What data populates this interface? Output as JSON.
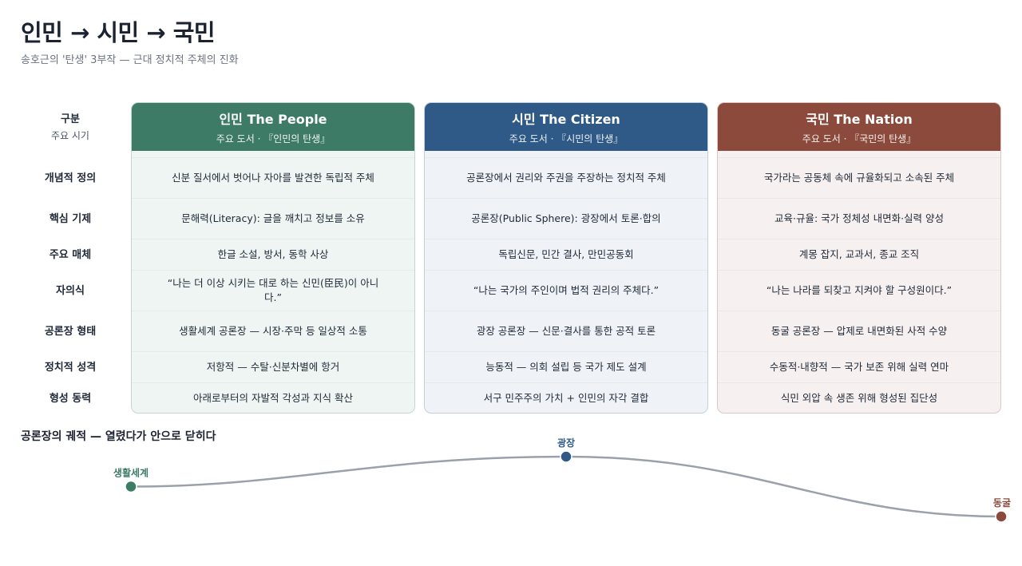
{
  "title": "인민 → 시민 → 국민",
  "subtitle": "송호근의 '탄생' 3부작 — 근대 정치적 주체의 진화",
  "header_label": "구분",
  "header_sublabel": "주요 시기",
  "rows": [
    "개념적 정의",
    "핵심 기제",
    "주요 매체",
    "자의식",
    "공론장 형태",
    "정치적 성격",
    "형성 동력"
  ],
  "columns": [
    {
      "name": "인민 The People",
      "book": "주요 도서 · 『인민의 탄생』",
      "color": "#3e7b67",
      "cells": [
        "신분 질서에서 벗어나 자아를 발견한 독립적 주체",
        "문해력(Literacy): 글을 깨치고 정보를 소유",
        "한글 소설, 방서, 동학 사상",
        "“나는 더 이상 시키는 대로 하는 신민(臣民)이 아니다.”",
        "생활세계 공론장 — 시장·주막 등 일상적 소통",
        "저항적 — 수탈·신분차별에 항거",
        "아래로부터의 자발적 각성과 지식 확산"
      ]
    },
    {
      "name": "시민 The Citizen",
      "book": "주요 도서 · 『시민의 탄생』",
      "color": "#2f5986",
      "cells": [
        "공론장에서 권리와 주권을 주장하는 정치적 주체",
        "공론장(Public Sphere): 광장에서 토론·합의",
        "독립신문, 민간 결사, 만민공동회",
        "“나는 국가의 주인이며 법적 권리의 주체다.”",
        "광장 공론장 — 신문·결사를 통한 공적 토론",
        "능동적 — 의회 설립 등 국가 제도 설계",
        "서구 민주주의 가치 + 인민의 자각 결합"
      ]
    },
    {
      "name": "국민 The Nation",
      "book": "주요 도서 · 『국민의 탄생』",
      "color": "#8b4a3b",
      "cells": [
        "국가라는 공동체 속에 규율화되고 소속된 주체",
        "교육·규율: 국가 정체성 내면화·실력 양성",
        "계몽 잡지, 교과서, 종교 조직",
        "“나는 나라를 되찾고 지켜야 할 구성원이다.”",
        "동굴 공론장 — 압제로 내면화된 사적 수양",
        "수동적·내향적 — 국가 보존 위해 실력 연마",
        "식민 외압 속 생존 위해 형성된 집단성"
      ]
    }
  ],
  "trajectory": {
    "title": "공론장의 궤적 — 열렸다가 안으로 닫히다",
    "points": [
      {
        "label": "생활세계",
        "color": "#3e7b67",
        "level": 0.5
      },
      {
        "label": "광장",
        "color": "#2f5986",
        "level": 1.0
      },
      {
        "label": "동굴",
        "color": "#8b4a3b",
        "level": 0.0
      }
    ],
    "line_color": "#9aa1ab"
  }
}
